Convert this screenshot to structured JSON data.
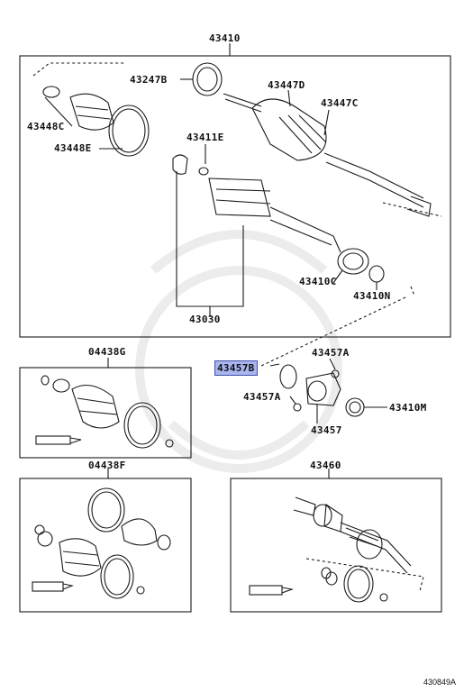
{
  "diagram": {
    "labels": {
      "l43410": "43410",
      "l43247B": "43247B",
      "l43447D": "43447D",
      "l43447C": "43447C",
      "l43448C": "43448C",
      "l43448E": "43448E",
      "l43411E": "43411E",
      "l43410C": "43410C",
      "l43410N": "43410N",
      "l43030": "43030",
      "l04438G": "04438G",
      "l43457B": "43457B",
      "l43457A_top": "43457A",
      "l43457A_left": "43457A",
      "l43410M": "43410M",
      "l43457": "43457",
      "l04438F": "04438F",
      "l43460": "43460"
    },
    "highlight_color": "#a9b5ef",
    "diagram_number": "430849A"
  }
}
